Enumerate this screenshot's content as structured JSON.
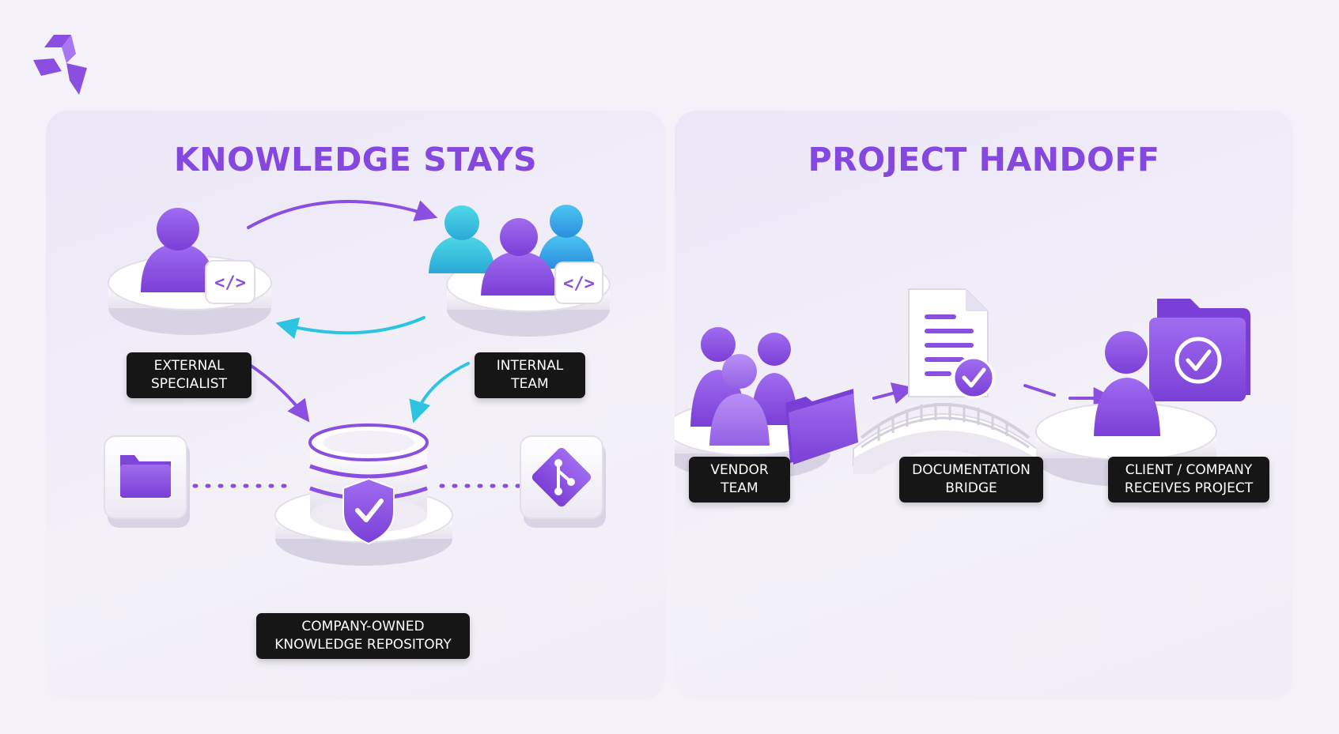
{
  "colors": {
    "title": "#8447e0",
    "accent_purple": "#8a4fe0",
    "accent_teal": "#2cc4e0",
    "label_bg": "#161616",
    "label_text": "#ffffff",
    "page_bg": "#f4f2f8"
  },
  "logo": {
    "icon": "brand-logo-icon"
  },
  "knowledge": {
    "title": "KNOWLEDGE STAYS",
    "nodes": {
      "external": {
        "line1": "EXTERNAL",
        "line2": "SPECIALIST",
        "icon": "person-code-icon"
      },
      "internal": {
        "line1": "INTERNAL",
        "line2": "TEAM",
        "icon": "team-code-icon"
      },
      "repository": {
        "line1": "COMPANY-OWNED",
        "line2": "KNOWLEDGE REPOSITORY",
        "icon": "database-shield-icon"
      }
    },
    "side_icons": [
      "folder-icon",
      "git-branch-icon"
    ]
  },
  "handoff": {
    "title": "PROJECT HANDOFF",
    "nodes": {
      "vendor": {
        "line1": "VENDOR",
        "line2": "TEAM",
        "icon": "team-folder-icon"
      },
      "bridge": {
        "line1": "DOCUMENTATION",
        "line2": "BRIDGE",
        "icon": "document-check-icon"
      },
      "client": {
        "line1": "CLIENT / COMPANY",
        "line2": "RECEIVES PROJECT",
        "icon": "person-folder-check-icon"
      }
    }
  }
}
